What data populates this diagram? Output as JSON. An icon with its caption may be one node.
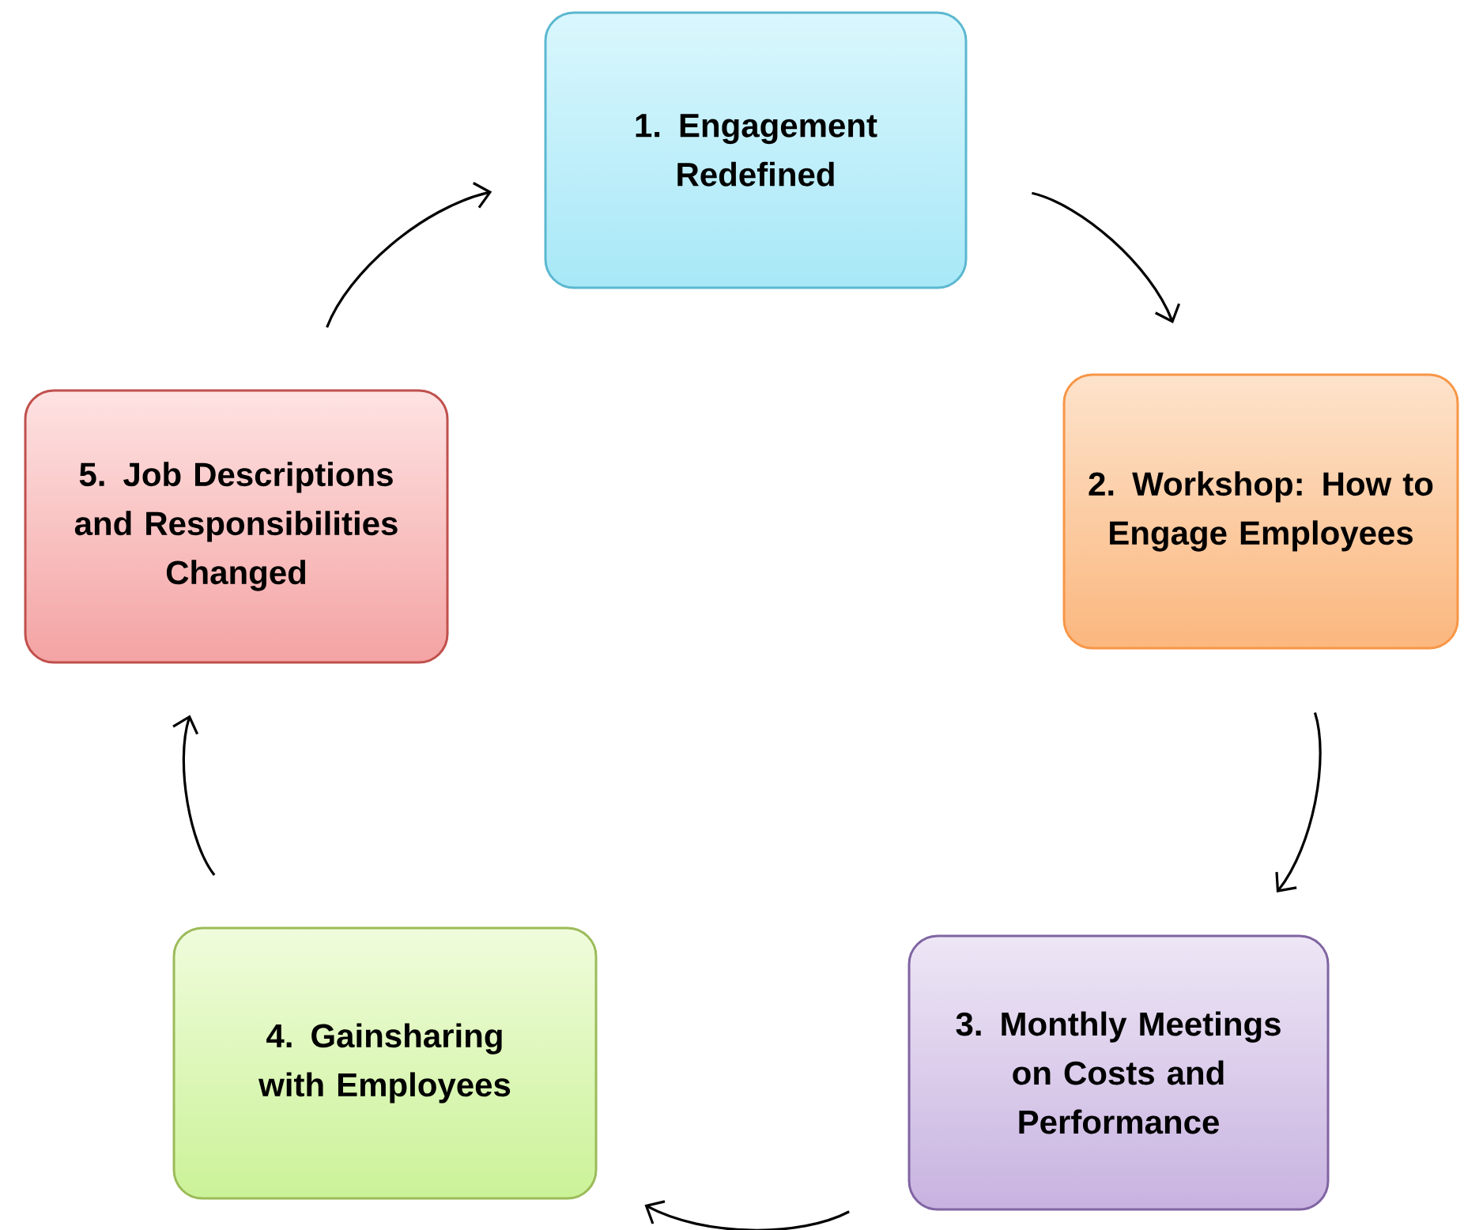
{
  "diagram": {
    "nodes": [
      {
        "text": [
          "1. Engagement Redefined"
        ]
      },
      {
        "text": [
          "2. Workshop: How to Engage Employees"
        ]
      },
      {
        "text": [
          "3. Monthly Meetings on Costs and Performance"
        ]
      },
      {
        "text": [
          "4. Gainsharing with Employees"
        ]
      },
      {
        "text": [
          "5. Job Descriptions and Responsibilities Changed"
        ]
      }
    ],
    "edges": [
      {
        "from": 0,
        "to": 1,
        "arrow": "to"
      },
      {
        "from": 1,
        "to": 2,
        "arrow": "to"
      },
      {
        "from": 2,
        "to": 3,
        "arrow": "to"
      },
      {
        "from": 3,
        "to": 4,
        "arrow": "to"
      },
      {
        "from": 4,
        "to": 0,
        "arrow": "to"
      }
    ]
  }
}
